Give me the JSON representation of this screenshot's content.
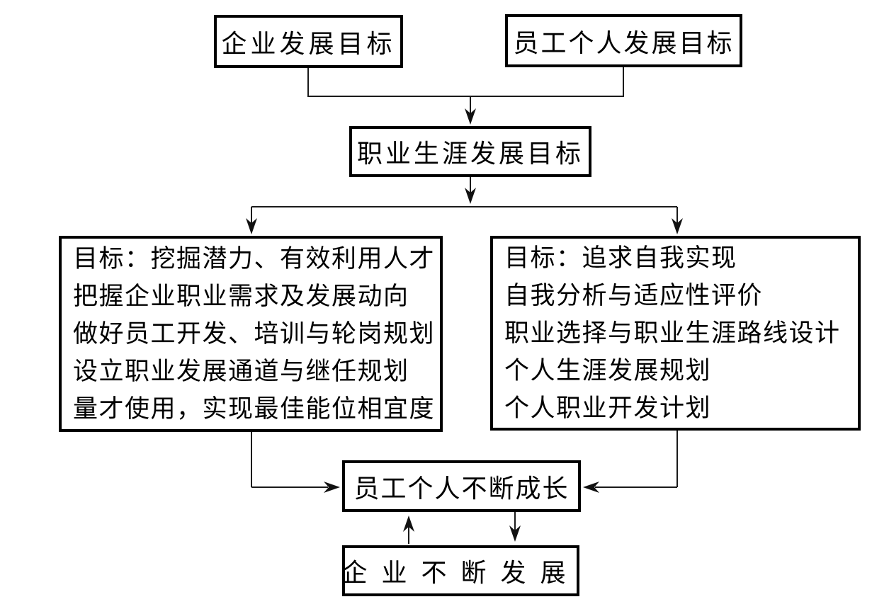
{
  "diagram": {
    "colors": {
      "background": "#ffffff",
      "border": "#000000",
      "line": "#1a1a1a",
      "text": "#000000"
    },
    "nodes": {
      "enterprise_goal": {
        "label": "企业发展目标"
      },
      "employee_goal": {
        "label": "员工个人发展目标"
      },
      "career_goal": {
        "label": "职业生涯发展目标"
      },
      "org_side": {
        "lines": [
          "目标：挖掘潜力、有效利用人才",
          "把握企业职业需求及发展动向",
          "做好员工开发、培训与轮岗规划",
          "设立职业发展通道与继任规划",
          "量才使用，实现最佳能位相宜度"
        ]
      },
      "personal_side": {
        "lines": [
          "目标：追求自我实现",
          "自我分析与适应性评价",
          "职业选择与职业生涯路线设计",
          "个人生涯发展规划",
          "个人职业开发计划"
        ]
      },
      "employee_growth": {
        "label": "员工个人不断成长"
      },
      "enterprise_growth": {
        "label": "企业不断发展"
      }
    }
  }
}
